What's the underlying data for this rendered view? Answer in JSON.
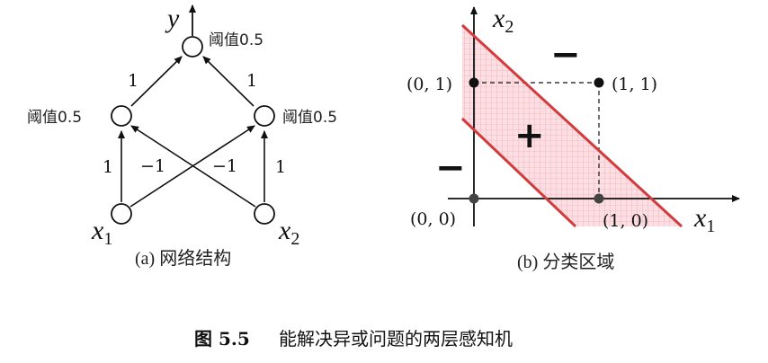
{
  "panel_a": {
    "output_label": "y",
    "input_labels": [
      {
        "var": "x",
        "sub": "1"
      },
      {
        "var": "x",
        "sub": "2"
      }
    ],
    "threshold_output": "阈值0.5",
    "threshold_hidden_left": "阈值0.5",
    "threshold_hidden_right": "阈值0.5",
    "weights": {
      "hidden_left_to_output": "1",
      "hidden_right_to_output": "1",
      "x1_to_hidden_left": "1",
      "x1_to_hidden_right": "−1",
      "x2_to_hidden_left": "−1",
      "x2_to_hidden_right": "1"
    },
    "caption": "(a) 网络结构"
  },
  "panel_b": {
    "x_axis_label": {
      "var": "x",
      "sub": "1"
    },
    "y_axis_label": {
      "var": "x",
      "sub": "2"
    },
    "points": [
      {
        "label": "(0, 1)",
        "x": 0,
        "y": 1,
        "class": "positive"
      },
      {
        "label": "(1, 1)",
        "x": 1,
        "y": 1,
        "class": "negative"
      },
      {
        "label": "(0, 0)",
        "x": 0,
        "y": 0,
        "class": "negative"
      },
      {
        "label": "(1, 0)",
        "x": 1,
        "y": 0,
        "class": "positive"
      }
    ],
    "sign_plus": "+",
    "sign_minus": "−",
    "region_color": "#f6c5cc",
    "line_color": "#d23c3c",
    "caption": "(b) 分类区域"
  },
  "figure_caption": {
    "number": "图 5.5",
    "text": "能解决异或问题的两层感知机"
  }
}
